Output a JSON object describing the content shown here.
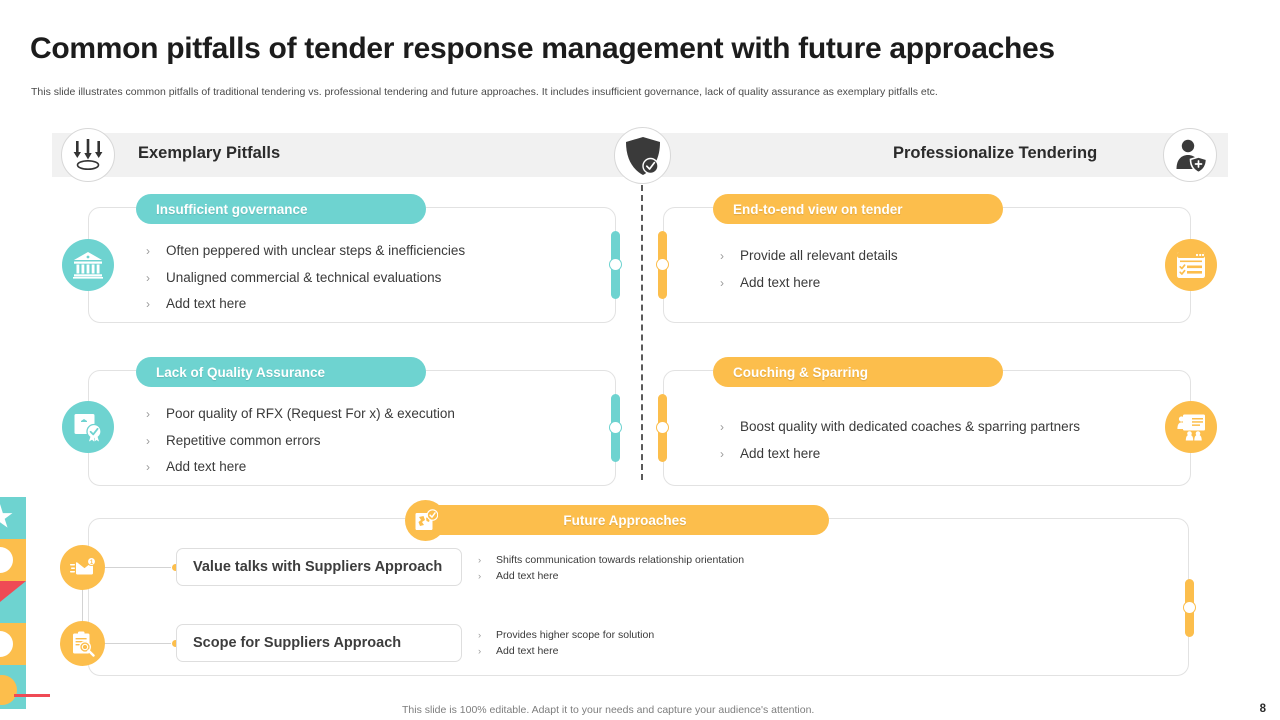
{
  "slide": {
    "title": "Common pitfalls of tender response management with future approaches",
    "subtitle": "This slide illustrates common pitfalls of traditional tendering vs. professional tendering and future approaches. It includes insufficient governance, lack of quality assurance as exemplary pitfalls etc.",
    "footer_note": "This slide is 100% editable. Adapt it to your needs and capture your audience's attention.",
    "page_number": "8"
  },
  "colors": {
    "teal": "#6ed3d0",
    "amber": "#fcbe4c",
    "red": "#ef4a55",
    "header_band": "#f1f1f1",
    "text_dark": "#2b2b2b",
    "text_body": "#3a3a3a"
  },
  "header": {
    "left_label": "Exemplary Pitfalls",
    "right_label": "Professionalize Tendering",
    "left_icon": "downward-arrows-pitfall-icon",
    "center_icon": "shield-check-icon",
    "right_icon": "user-shield-icon"
  },
  "left_column": [
    {
      "title": "Insufficient governance",
      "icon": "bank-building-icon",
      "bullets": [
        "Often peppered with unclear steps & inefficiencies",
        "Unaligned commercial & technical evaluations",
        "Add text here"
      ]
    },
    {
      "title": "Lack of Quality Assurance",
      "icon": "certificate-badge-icon",
      "bullets": [
        "Poor quality of RFX (Request For x) & execution",
        "Repetitive common errors",
        "Add text here"
      ]
    }
  ],
  "right_column": [
    {
      "title": "End-to-end view on tender",
      "icon": "checklist-form-icon",
      "bullets": [
        "Provide all relevant details",
        "Add text here"
      ]
    },
    {
      "title": "Couching & Sparring",
      "icon": "training-presentation-icon",
      "bullets": [
        "Boost quality with dedicated coaches & sparring partners",
        "Add text here"
      ]
    }
  ],
  "future_approaches": {
    "title": "Future Approaches",
    "header_icon": "puzzle-check-icon",
    "rows": [
      {
        "label": "Value talks with Suppliers Approach",
        "icon": "envelope-mail-icon",
        "bullets": [
          "Shifts communication towards relationship orientation",
          "Add text here"
        ]
      },
      {
        "label": "Scope for Suppliers Approach",
        "icon": "clipboard-search-icon",
        "bullets": [
          "Provides higher scope for solution",
          "Add text here"
        ]
      }
    ]
  },
  "bullet_marker": "›"
}
